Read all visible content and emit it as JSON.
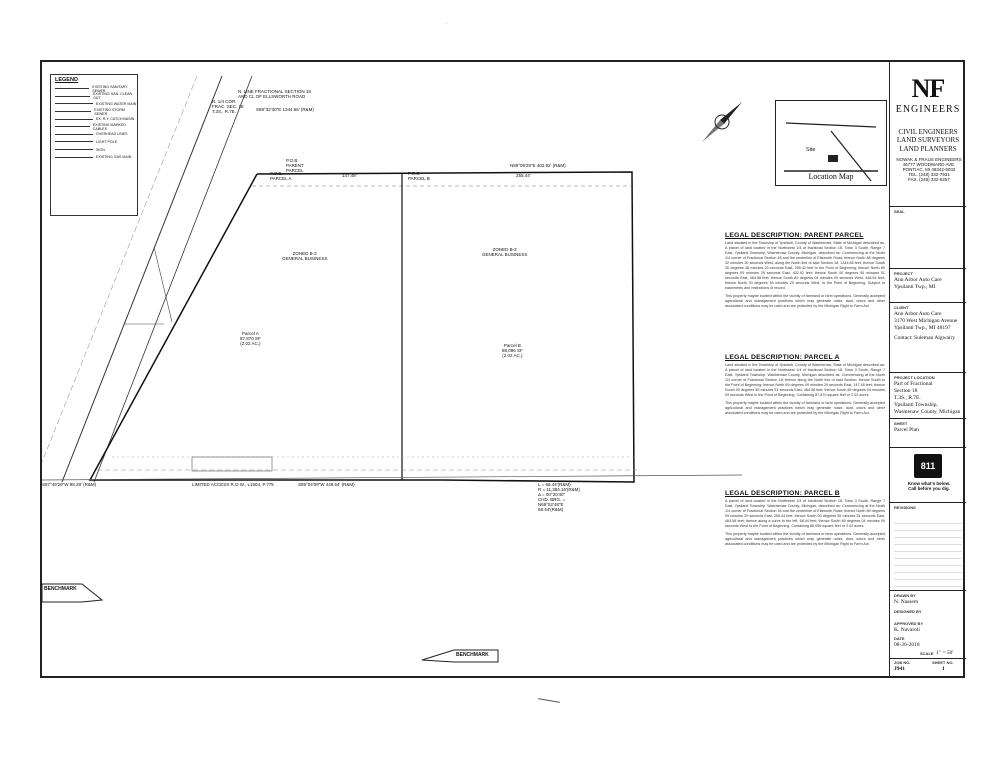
{
  "header_mark": "·",
  "legend": {
    "title": "LEGEND",
    "items": [
      "EXISTING SANITARY SEWER",
      "EXISTING SAN. CLEAN OUT",
      "EXISTING WATER MAIN",
      "EXISTING STORM SEWER",
      "EX. R.Y. CATCH BASIN",
      "EXISTING MARKED CABLES",
      "OVERHEAD LINES",
      "LIGHT POLE",
      "SIGN",
      "EXISTING GAS MAIN"
    ]
  },
  "plan": {
    "north_line": "N. LINE FRACTIONAL SECTION 18\nAND CL OF ELLSWORTH ROAD",
    "quarter_corner": "N. 1/4 COR.\nFRAC. SEC. 18\nT.3S., R.7E.",
    "north_bearing": "S88°32'30\"E 1344.66' (R&M)",
    "pob_parent": "P.O.B.\nPARENT\nPARCEL",
    "pob_a": "P.O.B.\nPARCEL A",
    "pob_b": "P.O.B.\nPARCEL B",
    "top_bearing": "N89°09'29\"E 402.92' (R&M)",
    "top_seg_a": "147.48'",
    "top_seg_b": "255.44'",
    "zoned_a": "ZONED B-3\nGENERAL BUSINESS",
    "zoned_b": "ZONED B-3\nGENERAL BUSINESS",
    "parcel_a": "Parcel A\n87,870 SF\n(2.02 AC.)",
    "parcel_b": "Parcel B\n88,096 SF\n(2.02 AC.)",
    "row_line": "LIMITED ACCESS R.O.W., L1504, P.775",
    "bottom_bearing": "S89°04'09\"W 448.54' (R&M)",
    "bottom_left": "S87°49'29\"W 98.28' (R&M)",
    "curve_data": "L = 68.44'(R&M)\nR = 11,384.16'(R&M)\nΔ = 00°20'40\"\nCHD. BRG. =\nN69°52'48\"E\n68.44'(R&M)",
    "benchmark": "BENCHMARK",
    "benchmark2": "BENCHMARK"
  },
  "location_map": {
    "title": "Location Map",
    "site": "Site"
  },
  "legal": {
    "parent_title": "LEGAL DESCRIPTION: PARENT PARCEL",
    "parent_text": "Land situated in the Township of Ypsilanti, County of Washtenaw, State of Michigan described as: A parcel of land located in the Northwest 1/4 of fractional Section 18, Town 3 South, Range 7 East, Ypsilanti Township, Washtenaw County, Michigan, described as: Commencing at the North 1/4 corner of Fractional Section 18 and the centerline of Ellsworth Road; thence North 88 degrees 32 minutes 30 seconds West, along the North line of said Section 18, 1344.66 feet; thence South 30 degrees 38 minutes 20 seconds East, 255.42 feet to the Point of Beginning; thence North 89 degrees 09 minutes 29 seconds East, 402.92 feet; thence South 00 degrees 55 minutes 51 seconds East, 464.58 feet; thence South 89 degrees 04 minutes 09 seconds West, 448.54 feet; thence North 30 degrees 38 minutes 20 seconds West, to the Point of Beginning. Subject to easements and restrictions of record.",
    "parent_note": "This property maybe located within the vicinity of farmland or farm operations. Generally accepted agricultural and management practices which may generate noise, dust, odors and other associated conditions may be used and are protected by the Michigan Right to Farm Act.",
    "a_title": "LEGAL DESCRIPTION: PARCEL A",
    "a_text": "Land situated in the Township of Ypsilanti, County of Washtenaw, State of Michigan described as: A parcel of land located in the Northwest 1/4 of fractional Section 18, Town 3 South, Range 7 East, Ypsilanti Township, Washtenaw County, Michigan described as: Commencing at the North 1/4 corner of Fractional Section 18; thence along the North line of said Section; thence South to the Point of Beginning; thence North 89 degrees 09 minutes 29 seconds East, 147.48 feet; thence South 00 degrees 55 minutes 51 seconds East, 464.58 feet; thence South 89 degrees 04 minutes 09 seconds West to the Point of Beginning. Containing 87,870 square feet or 2.02 acres.",
    "a_note": "This property maybe located within the vicinity of farmland or farm operations. Generally accepted agricultural and management practices which may generate noise, dust, odors and other associated conditions may be used and are protected by the Michigan Right to Farm Act.",
    "b_title": "LEGAL DESCRIPTION: PARCEL B",
    "b_text": "A parcel of land located in the Northwest 1/4 of fractional Section 18, Town 3 South, Range 7 East, Ypsilanti Township, Washtenaw County, Michigan, described as: Commencing at the North 1/4 corner of Fractional Section 18 and the centerline of Ellsworth Road; thence North 89 degrees 09 minutes 29 seconds East, 255.44 feet; thence South 00 degrees 55 minutes 51 seconds East, 464.58 feet; thence along a curve to the left, 68.44 feet; thence South 89 degrees 04 minutes 09 seconds West to the Point of Beginning. Containing 88,096 square feet or 2.02 acres.",
    "b_note": "This property maybe located within the vicinity of farmland or farm operations. Generally accepted agricultural and management practices which may generate noise, dust, odors and other associated conditions may be used and are protected by the Michigan Right to Farm Act."
  },
  "titleblock": {
    "logo_letters": "NF",
    "logo_word": "ENGINEERS",
    "services": [
      "CIVIL ENGINEERS",
      "LAND SURVEYORS",
      "LAND PLANNERS"
    ],
    "firm": "NOWAK & FRAUS ENGINEERS",
    "address1": "46777 WOODWARD AVE.",
    "address2": "PONTIAC, MI 48342-5032",
    "tel": "TEL. (248) 332-7931",
    "fax": "FAX. (248) 332-8257",
    "seal_label": "SEAL",
    "project_label": "PROJECT",
    "project": "Ann Arbor Auto Care\nYpsilanti Twp., MI",
    "client_label": "CLIENT",
    "client": "Ann Arbor Auto Care\n3170 West Michigan Avenue\nYpsilanti Twp., MI 48197",
    "contact": "Contact: Suleman Algwairy",
    "location_label": "PROJECT LOCATION",
    "location": "Part of Fractional\nSection 18\nT.3S., R.7E.\nYpsilanti Township,\nWashtenaw County, Michigan",
    "sheet_label": "SHEET",
    "sheet": "Parcel Plan",
    "miss_dig": "811",
    "miss_dig_text": "Know what's below.\nCall before you dig.",
    "revisions_label": "REVISIONS",
    "drawn_label": "DRAWN BY",
    "drawn": "N. Nassem",
    "designed_label": "DESIGNED BY",
    "approved_label": "APPROVED BY",
    "approved": "K. Navaroli",
    "date_label": "DATE",
    "date": "08-26-2018",
    "scale_label": "SCALE",
    "scale": "1\" = 50'",
    "job_label": "JOB NO.",
    "job": "J941",
    "sheet_no_label": "SHEET NO.",
    "sheet_no": "1"
  }
}
